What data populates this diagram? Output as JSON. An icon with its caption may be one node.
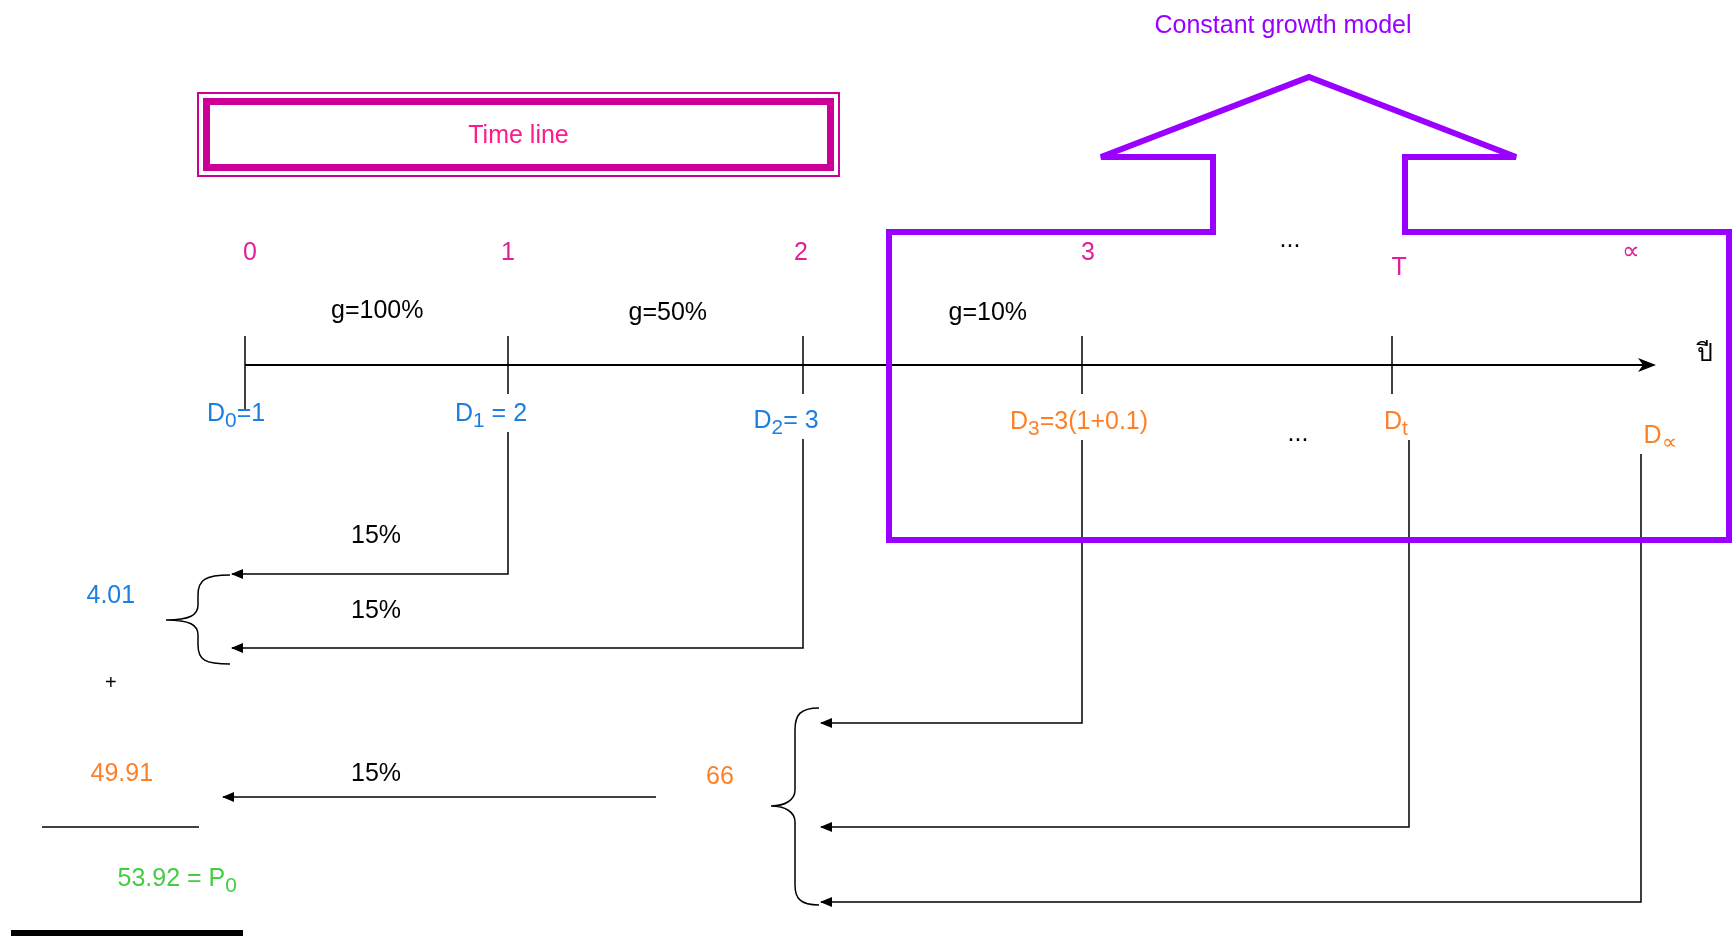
{
  "diagram": {
    "nodes": [
      {
        "text": [
          "Time line"
        ]
      },
      {
        "text": [
          "Constant growth model"
        ]
      },
      {
        "text": [
          "D$_{1}$ = 2"
        ]
      },
      {
        "text": [
          "D$_{2}$= 3"
        ]
      },
      {
        "text": [
          "D$_{3}$=3(1+0.1)"
        ],
        "in": 1
      },
      {
        "text": [
          "D$_{t}$"
        ],
        "in": 1
      },
      {
        "text": [
          "D$_{∝}$"
        ],
        "in": 1
      },
      {
        "text": [
          "4.01"
        ]
      },
      {
        "text": [
          "66"
        ]
      },
      {
        "text": [
          "49.91"
        ]
      },
      {
        "text": [],
        "shape": "brace"
      },
      {
        "text": [],
        "shape": "brace"
      }
    ],
    "edges": [
      {
        "from": 2,
        "to": 10,
        "arrow": "to",
        "label": "15%"
      },
      {
        "from": 3,
        "to": 10,
        "arrow": "to",
        "label": "15%"
      },
      {
        "from": 4,
        "to": 11,
        "arrow": "to"
      },
      {
        "from": 5,
        "to": 11,
        "arrow": "to"
      },
      {
        "from": 6,
        "to": 11,
        "arrow": "to"
      },
      {
        "from": 8,
        "to": 9,
        "arrow": "to",
        "label": "15%"
      }
    ],
    "labels": [
      "0",
      "1",
      "2",
      "3",
      "...",
      "T",
      "∝",
      "g=100%",
      "g=50%",
      "g=10%",
      "ปี",
      "D$_{0}$=1",
      "...",
      "+",
      "53.92 = P$_{0}$"
    ]
  }
}
